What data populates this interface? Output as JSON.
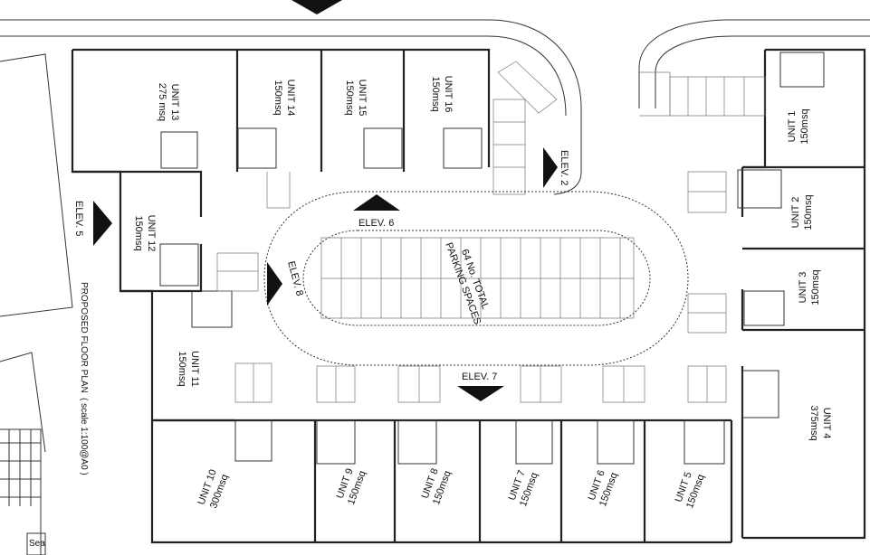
{
  "drawing": {
    "title": "PROPOSED FLOOR PLAN",
    "scale": "( scale 1:100@A0 )",
    "sheet_fragment": "Sea"
  },
  "parking": {
    "line1": "64 No. TOTAL",
    "line2": "PARKING SPACES"
  },
  "elevations": [
    {
      "key": "elev2",
      "label": "ELEV. 2"
    },
    {
      "key": "elev5",
      "label": "ELEV. 5"
    },
    {
      "key": "elev6",
      "label": "ELEV. 6"
    },
    {
      "key": "elev7",
      "label": "ELEV. 7"
    },
    {
      "key": "elev8",
      "label": "ELEV. 8"
    }
  ],
  "units": [
    {
      "key": "u1",
      "name": "UNIT 1",
      "area": "150msq"
    },
    {
      "key": "u2",
      "name": "UNIT 2",
      "area": "150msq"
    },
    {
      "key": "u3",
      "name": "UNIT 3",
      "area": "150msq"
    },
    {
      "key": "u4",
      "name": "UNIT 4",
      "area": "375msq"
    },
    {
      "key": "u5",
      "name": "UNIT 5",
      "area": "150msq"
    },
    {
      "key": "u6",
      "name": "UNIT 6",
      "area": "150msq"
    },
    {
      "key": "u7",
      "name": "UNIT 7",
      "area": "150msq"
    },
    {
      "key": "u8",
      "name": "UNIT 8",
      "area": "150msq"
    },
    {
      "key": "u9",
      "name": "UNIT 9",
      "area": "150msq"
    },
    {
      "key": "u10",
      "name": "UNIT 10",
      "area": "300msq"
    },
    {
      "key": "u11",
      "name": "UNIT 11",
      "area": "150msq"
    },
    {
      "key": "u12",
      "name": "UNIT 12",
      "area": "150msq"
    },
    {
      "key": "u13",
      "name": "UNIT 13",
      "area": "275 msq"
    },
    {
      "key": "u14",
      "name": "UNIT 14",
      "area": "150msq"
    },
    {
      "key": "u15",
      "name": "UNIT 15",
      "area": "150msq"
    },
    {
      "key": "u16",
      "name": "UNIT 16",
      "area": "150msq"
    }
  ]
}
